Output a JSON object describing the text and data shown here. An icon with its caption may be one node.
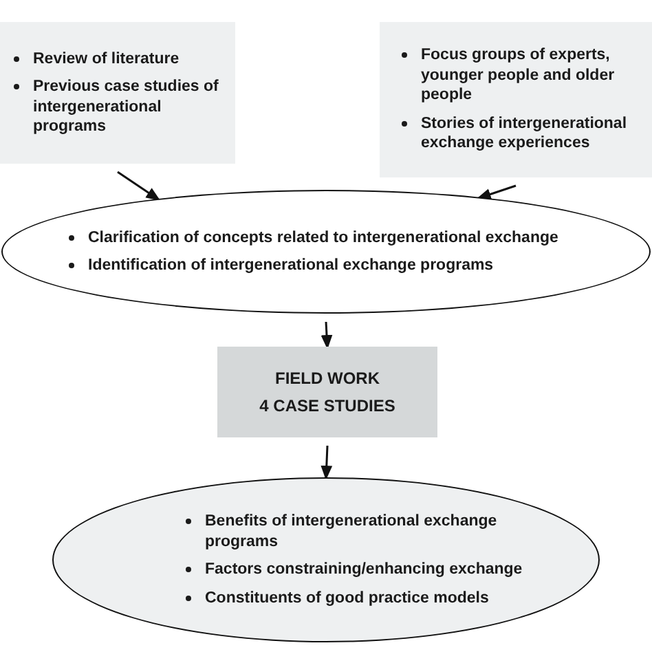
{
  "diagram": {
    "nodes": [
      {
        "text": [
          "Review of literature",
          "Previous case studies of intergenerational programs"
        ]
      },
      {
        "text": [
          "Focus groups of experts, younger people and older people",
          "Stories of intergenerational exchange experiences"
        ]
      },
      {
        "text": [
          "Clarification of concepts related to intergenerational exchange",
          "Identification of intergenerational exchange programs"
        ]
      },
      {
        "text": [
          "FIELD WORK",
          "4 CASE STUDIES"
        ]
      },
      {
        "text": [
          "Benefits of intergenerational exchange programs",
          "Factors constraining/enhancing exchange",
          "Constituents of good practice models"
        ]
      }
    ],
    "edges": [
      {
        "from": 0,
        "to": 2,
        "arrow": "to"
      },
      {
        "from": 1,
        "to": 2,
        "arrow": "to"
      },
      {
        "from": 2,
        "to": 3,
        "arrow": "to"
      },
      {
        "from": 3,
        "to": 4,
        "arrow": "to"
      }
    ]
  }
}
